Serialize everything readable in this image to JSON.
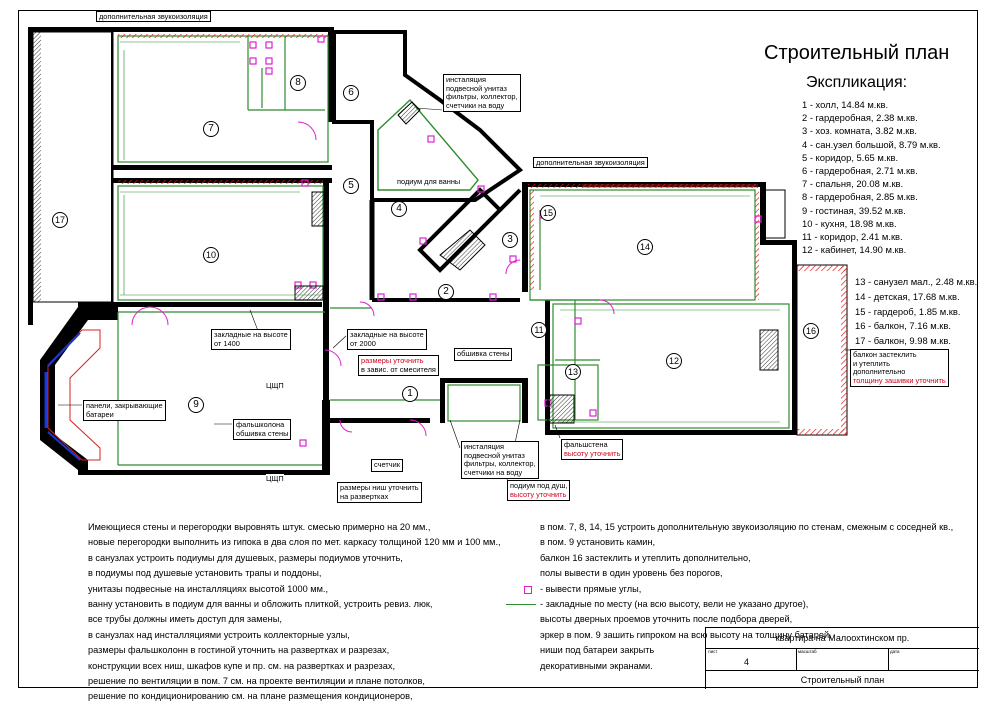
{
  "title": "Строительный план",
  "explication_title": "Экспликация:",
  "rooms_col1": [
    "1 - холл, 14.84 м.кв.",
    "2 - гардеробная, 2.38 м.кв.",
    "3 - хоз. комната, 3.82 м.кв.",
    "4 - сан.узел большой, 8.79 м.кв.",
    "5 - коридор, 5.65 м.кв.",
    "6 - гардеробная, 2.71 м.кв.",
    "7 - спальня, 20.08 м.кв.",
    "8 - гардеробная, 2.85 м.кв.",
    "9 - гостиная, 39.52 м.кв.",
    "10 - кухня, 18.98 м.кв.",
    "11 - коридор, 2.41 м.кв.",
    "12 - кабинет, 14.90 м.кв."
  ],
  "rooms_col2": [
    "13 - санузел мал., 2.48 м.кв.",
    "14 - детская, 17.68 м.кв.",
    "15 - гардероб, 1.85 м.кв.",
    "16 - балкон, 7.16 м.кв.",
    "17 - балкон, 9.98 м.кв."
  ],
  "room_numbers": {
    "r1": "1",
    "r2": "2",
    "r3": "3",
    "r4": "4",
    "r5": "5",
    "r6": "6",
    "r7": "7",
    "r8": "8",
    "r9": "9",
    "r10": "10",
    "r11": "11",
    "r12": "12",
    "r13": "13",
    "r14": "14",
    "r15": "15",
    "r16": "16",
    "r17": "17"
  },
  "annotations": {
    "soundproof_top": "дополнительная звукоизоляция",
    "soundproof_right": "дополнительная звукоизоляция",
    "install_top": [
      "инсталяция",
      "подвесной унитаз",
      "фильтры, коллектор,",
      "счетчики на воду"
    ],
    "podium_bath": "подиум для ванны",
    "embed_1400": [
      "закладные на высоте",
      "от 1400"
    ],
    "embed_2000": [
      "закладные на высоте",
      "от 2000"
    ],
    "sizes_clarify": "размеры уточнить",
    "sizes_depend": "в завис. от смесителя",
    "wall_cladding_top": "обшивка стены",
    "panels": [
      "панели, закрывающие",
      "батареи"
    ],
    "tsshch_1": "ЦЩП",
    "false_column": [
      "фальшколона",
      "обшивка стены"
    ],
    "tsshch_2": "ЦЩП",
    "counter": "счетчик",
    "niche_sizes": [
      "размеры ниш уточнить",
      "на развертках"
    ],
    "install_bottom": [
      "инсталяция",
      "подвесной унитаз",
      "фильтры, коллектор,",
      "счетчики на воду"
    ],
    "shower_podium": "подиум под душ,",
    "height_clarify": "высоту уточнить",
    "false_wall": "фальшстена",
    "balcony_note": [
      "балкон застеклить",
      "и утеплить",
      "дополнительно"
    ],
    "insulation_thickness": "толщину зашивки уточнить"
  },
  "notes_left": [
    "Имеющиеся стены и перегородки выровнять штук. смесью примерно на 20 мм.,",
    "новые перегородки выполнить из гипока в два слоя по мет. каркасу толщиной 120 мм и 100 мм.,",
    "в санузлах устроить подиумы для душевых, размеры подиумов уточнить,",
    "в подиумы под душевые установить трапы и поддоны,",
    "унитазы подвесные на инсталляциях высотой 1000 мм.,",
    "ванну установить в подиум для ванны и обложить плиткой, устроить ревиз. люк,",
    "все трубы должны иметь доступ для замены,",
    "в санузлах над инсталляциями устроить коллекторные узлы,",
    "размеры фальшколонн в гостиной уточнить на развертках и разрезах,",
    "конструкции всех ниш, шкафов купе и пр. см. на развертках и разрезах,",
    "решение по вентиляции в пом. 7 см. на проекте вентиляции и плане потолков,",
    "решение по кондиционированию см. на плане размещения кондиционеров,"
  ],
  "notes_right": [
    "в пом. 7, 8, 14, 15 устроить дополнительную звукоизоляцию по стенам, смежным с соседней кв.,",
    "в пом. 9 установить камин,",
    "балкон 16 застеклить и утеплить дополнительно,",
    "полы вывести в один уровень без порогов,",
    "- вывести прямые углы,",
    "- закладные по месту (на всю высоту, вели не указано другое),",
    "высоты дверных проемов уточнить после подбора дверей,",
    "эркер в пом. 9 зашить гипроком на всю высоту на толщину батарей,",
    "ниши под батареи закрыть",
    "декоративными экранами."
  ],
  "title_block": {
    "project": "квартира на Малоохтинском пр.",
    "sheet_label": "лист",
    "sheet_number": "4",
    "scale_label": "масштаб",
    "date_label": "дата",
    "drawing_name": "Строительный план"
  },
  "colors": {
    "wall": "#000000",
    "new_partition": "#2e8b2e",
    "red_hatch": "#d9231f",
    "corner_mark": "#e020d0",
    "blue_window": "#1a38d6"
  }
}
